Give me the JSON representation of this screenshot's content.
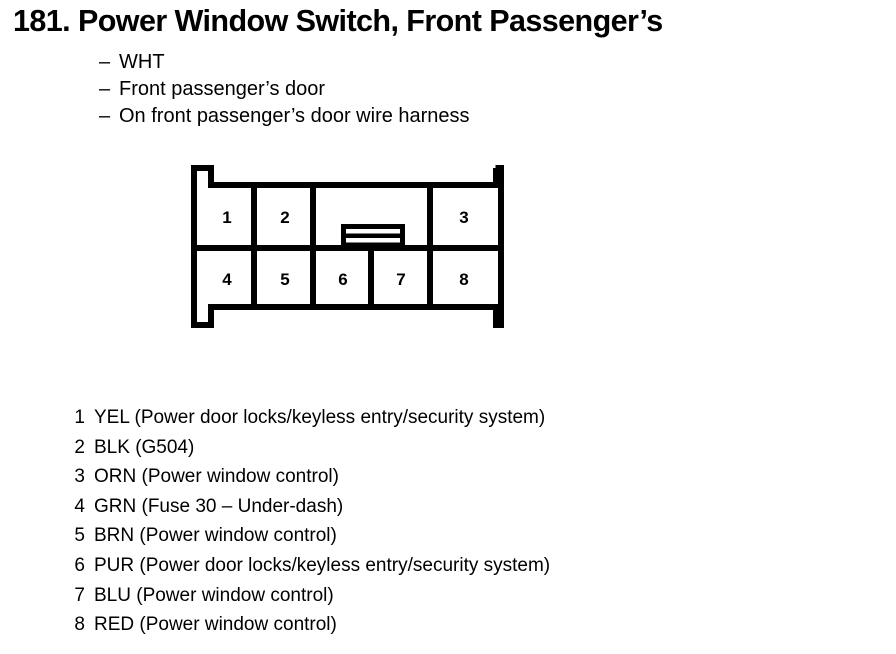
{
  "heading": {
    "number": "181.",
    "text": "Power Window Switch, Front Passenger’s",
    "full": "181.  Power Window Switch, Front Passenger’s"
  },
  "bullets": [
    {
      "dash": "–",
      "text": "WHT"
    },
    {
      "dash": "–",
      "text": "Front passenger’s door"
    },
    {
      "dash": "–",
      "text": "On front passenger’s door wire harness"
    }
  ],
  "connector": {
    "top_row_labels": [
      "1",
      "2",
      "3"
    ],
    "bottom_row_labels": [
      "4",
      "5",
      "6",
      "7",
      "8"
    ],
    "locking_tab": "locking-tab",
    "stroke_color": "#000000",
    "fill_color": "#ffffff"
  },
  "legend": [
    {
      "pin": "1",
      "desc": "YEL (Power door locks/keyless entry/security system)"
    },
    {
      "pin": "2",
      "desc": "BLK (G504)"
    },
    {
      "pin": "3",
      "desc": "ORN (Power window control)"
    },
    {
      "pin": "4",
      "desc": "GRN (Fuse 30 – Under-dash)"
    },
    {
      "pin": "5",
      "desc": "BRN (Power window control)"
    },
    {
      "pin": "6",
      "desc": "PUR (Power door locks/keyless entry/security system)"
    },
    {
      "pin": "7",
      "desc": "BLU (Power window control)"
    },
    {
      "pin": "8",
      "desc": "RED (Power window control)"
    }
  ]
}
